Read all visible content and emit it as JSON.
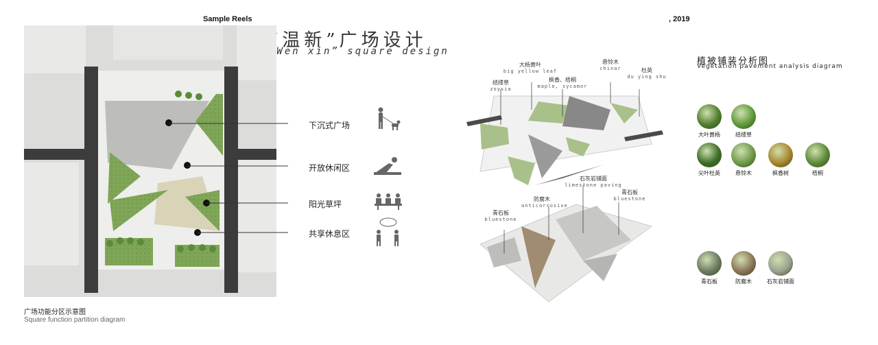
{
  "header": {
    "sample_reels": "Sample Reels",
    "year": ", 2019"
  },
  "title": {
    "cn": "“温新”广场设计",
    "en": "“Wen xin” square design"
  },
  "zones": [
    {
      "label": "下沉式广场",
      "icon": "dog-walker-icon"
    },
    {
      "label": "开放休闲区",
      "icon": "lounging-person-icon"
    },
    {
      "label": "阳光草坪",
      "icon": "group-table-icon"
    },
    {
      "label": "共享休息区",
      "icon": "chatting-people-icon"
    }
  ],
  "plan_caption": {
    "cn": "广场功能分区示意图",
    "en": "Square function partition diagram"
  },
  "axon_top_labels": [
    {
      "cn": "结缕草",
      "en": "zoysia"
    },
    {
      "cn": "大杨黄叶",
      "en": "big yellow leaf"
    },
    {
      "cn": "枫香、梧桐",
      "en": "maple, sycamor"
    },
    {
      "cn": "悬铃木",
      "en": "chinar"
    },
    {
      "cn": "杜英",
      "en": "du ying shu"
    }
  ],
  "axon_bottom_labels": [
    {
      "cn": "石灰岩铺面",
      "en": "limestone paving"
    },
    {
      "cn": "青石板",
      "en": "bluestone"
    },
    {
      "cn": "防腐木",
      "en": "anticorrosive"
    },
    {
      "cn": "青石板",
      "en": "bluestone"
    }
  ],
  "vegetation": {
    "title_cn": "植被铺装分析图",
    "title_en": "Vegetation pavement analysis diagram",
    "plants": [
      {
        "label": "大叶黄杨",
        "color": "#4f7f2e"
      },
      {
        "label": "结缕草",
        "color": "#5f9a3a"
      },
      {
        "label": "尖叶杜英",
        "color": "#3c6d28"
      },
      {
        "label": "悬铃木",
        "color": "#6e9a4a"
      },
      {
        "label": "枫香树",
        "color": "#a9872c"
      },
      {
        "label": "梧桐",
        "color": "#5d8a37"
      }
    ],
    "paving": [
      {
        "label": "青石板",
        "color": "#6c7a62"
      },
      {
        "label": "防腐木",
        "color": "#8d7359"
      },
      {
        "label": "石灰岩铺面",
        "color": "#9aa090"
      }
    ]
  }
}
